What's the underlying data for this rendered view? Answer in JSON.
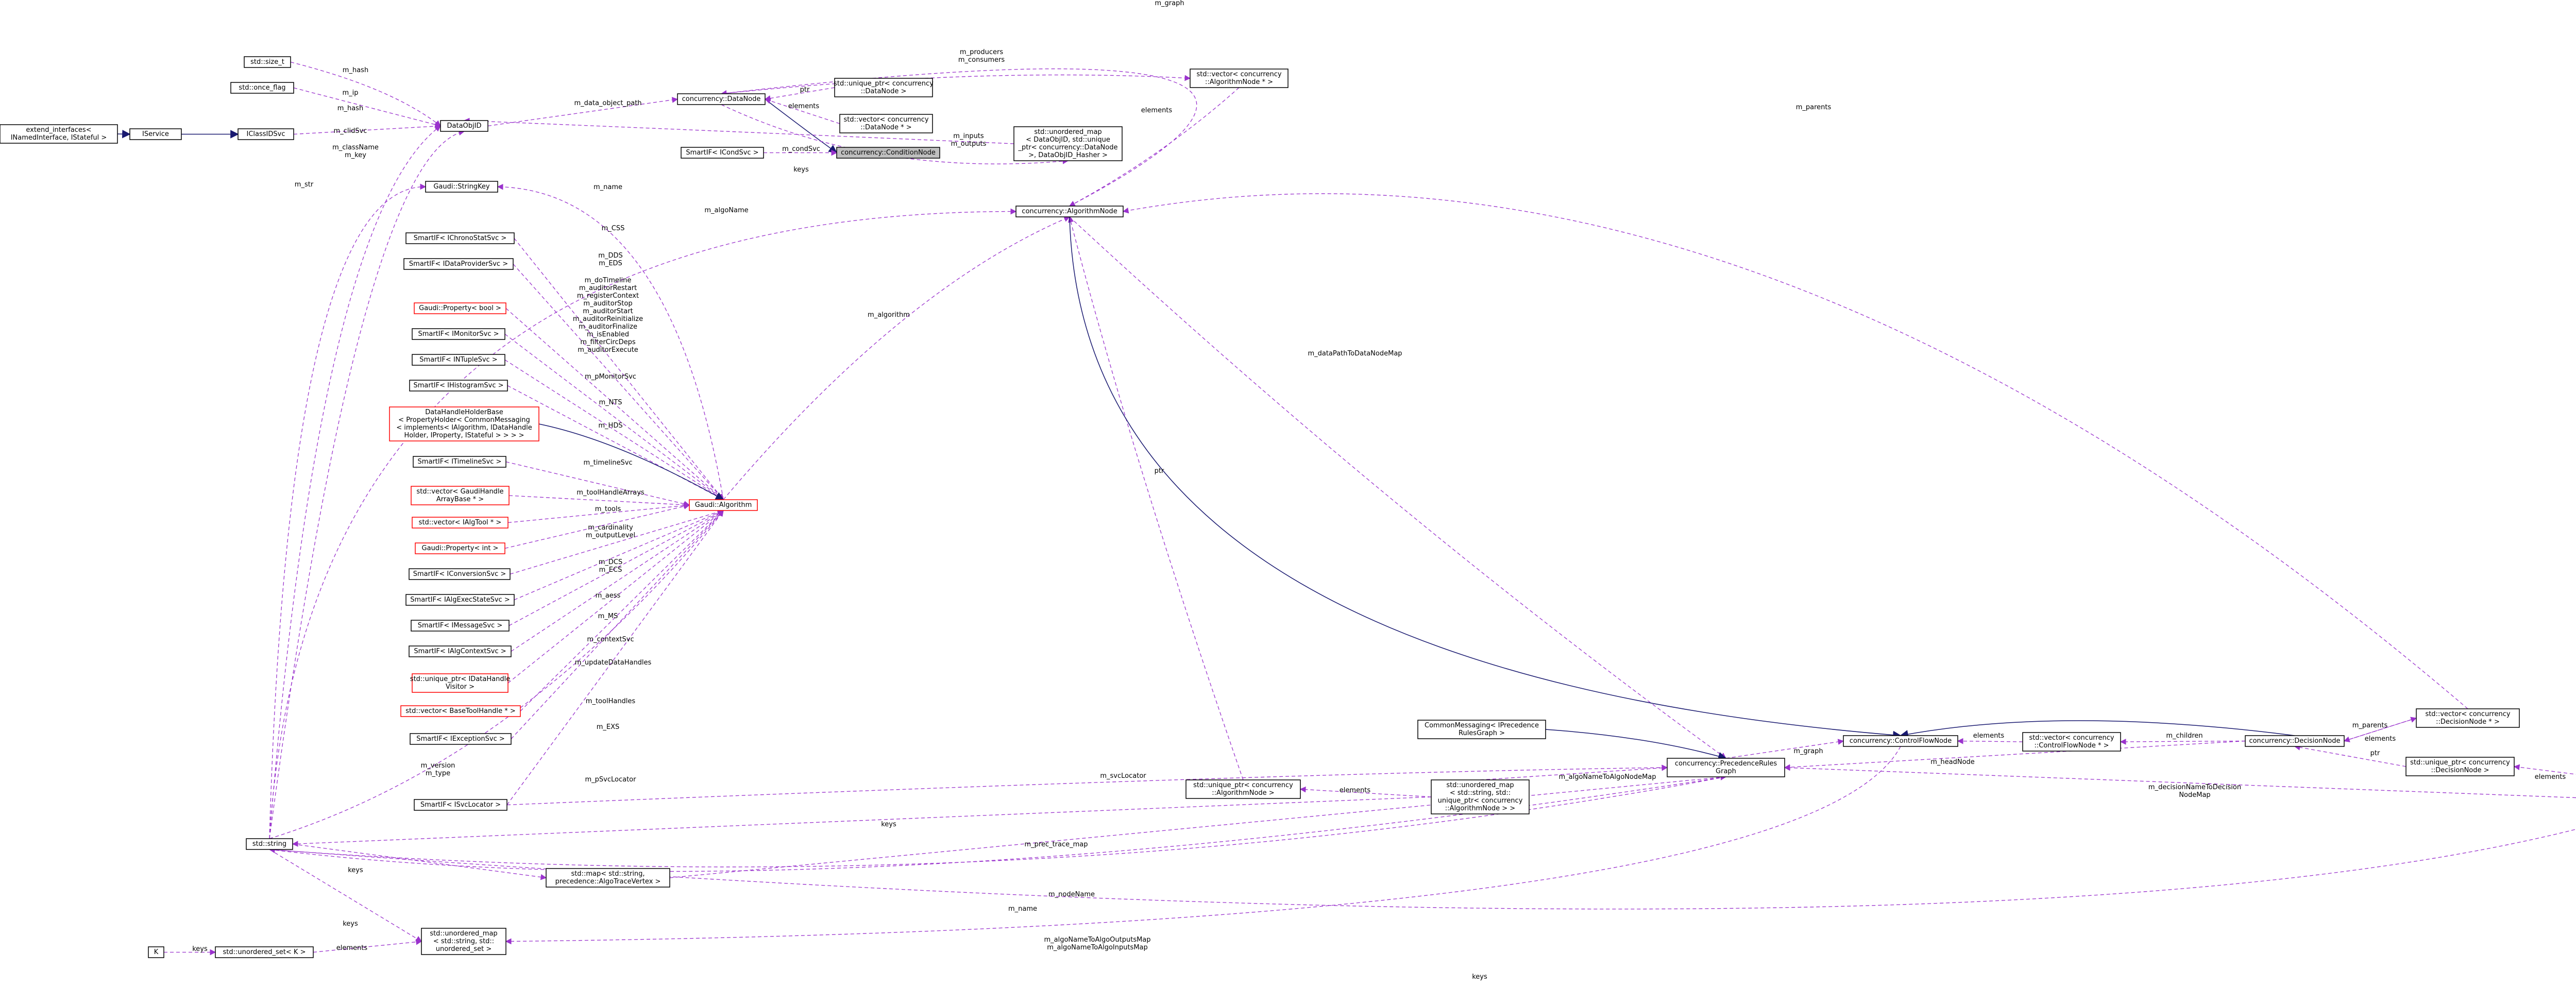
{
  "colors": {
    "composition_edge": "#9a32cd",
    "inheritance_edge": "#191970",
    "node_border": "#000000",
    "incomplete_node_border": "#ff0000",
    "focus_fill": "#bfbfbf"
  },
  "nodes": {
    "condition_node": [
      "concurrency::ConditionNode"
    ],
    "data_node": [
      "concurrency::DataNode"
    ],
    "unique_ptr_data_node": [
      "std::unique_ptr< concurrency",
      "::DataNode >"
    ],
    "vector_data_node_ptr": [
      "std::vector< concurrency",
      "::DataNode * >"
    ],
    "vector_algorithm_node_ptr": [
      "std::vector< concurrency",
      "::AlgorithmNode * >"
    ],
    "unordered_map_dataobjid": [
      "std::unordered_map",
      "< DataObjID, std::unique",
      "_ptr< concurrency::DataNode",
      " >, DataObjID_Hasher >"
    ],
    "smartif_icondsvc": [
      "SmartIF< ICondSvc >"
    ],
    "algorithm_node": [
      "concurrency::AlgorithmNode"
    ],
    "dataobjid": [
      "DataObjID"
    ],
    "std_size_t": [
      "std::size_t"
    ],
    "std_once_flag": [
      "std::once_flag"
    ],
    "iclassidsvc": [
      "IClassIDSvc"
    ],
    "iservice": [
      "IService"
    ],
    "extend_interfaces": [
      "extend_interfaces<",
      " INamedInterface, IStateful >"
    ],
    "gaudi_stringkey": [
      "Gaudi::StringKey"
    ],
    "smartif_ichronostatsvc": [
      "SmartIF< IChronoStatSvc >"
    ],
    "smartif_idataprovidersvc": [
      "SmartIF< IDataProviderSvc >"
    ],
    "gaudi_property_bool": [
      "Gaudi::Property< bool >"
    ],
    "smartif_imonitorsvc": [
      "SmartIF< IMonitorSvc >"
    ],
    "smartif_intuplesvc": [
      "SmartIF< INTupleSvc >"
    ],
    "smartif_ihistogramsvc": [
      "SmartIF< IHistogramSvc >"
    ],
    "datahandleholderbase": [
      "DataHandleHolderBase",
      "< PropertyHolder< CommonMessaging",
      "< implements< IAlgorithm, IDataHandle",
      "Holder, IProperty, IStateful > > > >"
    ],
    "smartif_itimelinesvc": [
      "SmartIF< ITimelineSvc >"
    ],
    "vector_gaudihandlearraybase": [
      "std::vector< GaudiHandle",
      "ArrayBase * >"
    ],
    "vector_ialgtool": [
      "std::vector< IAlgTool * >"
    ],
    "gaudi_property_int": [
      "Gaudi::Property< int >"
    ],
    "smartif_iconversionsvc": [
      "SmartIF< IConversionSvc >"
    ],
    "smartif_ialgexecstatesvc": [
      "SmartIF< IAlgExecStateSvc >"
    ],
    "smartif_imessagesvc": [
      "SmartIF< IMessageSvc >"
    ],
    "smartif_ialgcontextsvc": [
      "SmartIF< IAlgContextSvc >"
    ],
    "unique_ptr_idatahandlevisitor": [
      "std::unique_ptr< IDataHandle",
      "Visitor >"
    ],
    "vector_basetoolhandle": [
      "std::vector< BaseToolHandle * >"
    ],
    "smartif_iexceptionsvc": [
      "SmartIF< IExceptionSvc >"
    ],
    "smartif_isvclocator": [
      "SmartIF< ISvcLocator >"
    ],
    "gaudi_algorithm": [
      "Gaudi::Algorithm"
    ],
    "std_string": [
      "std::string"
    ],
    "map_algotracevertex": [
      "std::map< std::string,",
      " precedence::AlgoTraceVertex >"
    ],
    "unordered_set_k": [
      "std::unordered_set< K >"
    ],
    "k": [
      "K"
    ],
    "unordered_map_string_set": [
      "std::unordered_map",
      "< std::string, std::",
      "unordered_set >"
    ],
    "commonmessaging_iprecedencerulesgraph": [
      "CommonMessaging< IPrecedence",
      "RulesGraph >"
    ],
    "precedence_rules_graph": [
      "concurrency::PrecedenceRules",
      "Graph"
    ],
    "unique_ptr_algorithmnode": [
      "std::unique_ptr< concurrency",
      "::AlgorithmNode >"
    ],
    "unordered_map_algorithmnode": [
      "std::unordered_map",
      "< std::string, std::",
      "unique_ptr< concurrency",
      "::AlgorithmNode > >"
    ],
    "control_flow_node": [
      "concurrency::ControlFlowNode"
    ],
    "vector_controlflownode": [
      "std::vector< concurrency",
      "::ControlFlowNode * >"
    ],
    "decision_node": [
      "concurrency::DecisionNode"
    ],
    "vector_decisionnode": [
      "std::vector< concurrency",
      "::DecisionNode * >"
    ],
    "unique_ptr_decisionnode": [
      "std::unique_ptr< concurrency",
      "::DecisionNode >"
    ],
    "unordered_map_decisionnode": [
      "std::unordered_map",
      "< std::string, std::",
      "unique_ptr< concurrency",
      "::DecisionNode > >"
    ]
  },
  "edge_labels": {
    "m_graph_top": [
      "m_graph"
    ],
    "m_producers": [
      "m_producers",
      "m_consumers"
    ],
    "ptr_data": [
      "ptr"
    ],
    "elements_top": [
      "elements"
    ],
    "elements_dn": [
      "elements"
    ],
    "elements_an": [
      "elements"
    ],
    "m_data_object_path": [
      "m_data_object_path"
    ],
    "m_condSvc": [
      "m_condSvc"
    ],
    "m_inputs": [
      "m_inputs",
      "m_outputs"
    ],
    "keys_mid": [
      "keys"
    ],
    "m_parents_top": [
      "m_parents"
    ],
    "m_hash": [
      "m_hash"
    ],
    "m_ip": [
      "m_ip"
    ],
    "m_hash2": [
      "m_hash"
    ],
    "m_clidSvc": [
      "m_clidSvc"
    ],
    "m_className": [
      "m_className",
      "m_key"
    ],
    "m_str": [
      "m_str"
    ],
    "m_name": [
      "m_name"
    ],
    "m_algoName": [
      "m_algoName"
    ],
    "m_CSS": [
      "m_CSS"
    ],
    "m_DDS": [
      "m_DDS",
      "m_EDS"
    ],
    "m_bools": [
      "m_doTimeline",
      "m_auditorRestart",
      "m_registerContext",
      "m_auditorStop",
      "m_auditorStart",
      "m_auditorReinitialize",
      "m_auditorFinalize",
      "m_isEnabled",
      "m_filterCircDeps",
      "m_auditorExecute"
    ],
    "m_pMonitorSvc": [
      "m_pMonitorSvc"
    ],
    "m_NTS": [
      "m_NTS"
    ],
    "m_HDS": [
      "m_HDS"
    ],
    "m_algorithm": [
      "m_algorithm"
    ],
    "m_dataPath": [
      "m_dataPathToDataNodeMap"
    ],
    "m_timelineSvc": [
      "m_timelineSvc"
    ],
    "m_toolHandleArrays": [
      "m_toolHandleArrays"
    ],
    "m_tools": [
      "m_tools"
    ],
    "m_cardinality": [
      "m_cardinality",
      "m_outputLevel"
    ],
    "m_DCS": [
      "m_DCS",
      "m_ECS"
    ],
    "m_aess": [
      "m_aess"
    ],
    "m_MS": [
      "m_MS"
    ],
    "m_contextSvc": [
      "m_contextSvc"
    ],
    "m_updateDataHandles": [
      "m_updateDataHandles"
    ],
    "m_toolHandles": [
      "m_toolHandles"
    ],
    "m_EXS": [
      "m_EXS"
    ],
    "m_version": [
      "m_version",
      "m_type"
    ],
    "m_pSvcLocator": [
      "m_pSvcLocator"
    ],
    "ptr_an": [
      "ptr"
    ],
    "m_svcLocator": [
      "m_svcLocator"
    ],
    "m_algoNameToAlgoNodeMap": [
      "m_algoNameToAlgoNodeMap"
    ],
    "m_graph_cfn": [
      "m_graph"
    ],
    "m_headNode": [
      "m_headNode"
    ],
    "elements_cfn": [
      "elements"
    ],
    "m_children": [
      "m_children"
    ],
    "m_parents_dn": [
      "m_parents"
    ],
    "elements_dec": [
      "elements"
    ],
    "ptr_dec": [
      "ptr"
    ],
    "elements_decmap": [
      "elements"
    ],
    "m_decisionNameToDecision": [
      "m_decisionNameToDecision",
      "NodeMap"
    ],
    "keys_bottom_mid": [
      "keys"
    ],
    "elements_algmap": [
      "elements"
    ],
    "m_prec_trace_map": [
      "m_prec_trace_map"
    ],
    "keys_map": [
      "keys"
    ],
    "m_nodeName": [
      "m_nodeName"
    ],
    "m_name_bottom": [
      "m_name"
    ],
    "keys_set": [
      "keys"
    ],
    "elements_set": [
      "elements"
    ],
    "keys_k": [
      "keys"
    ],
    "m_algoInOut": [
      "m_algoNameToAlgoOutputsMap",
      "m_algoNameToAlgoInputsMap"
    ],
    "keys_bottom": [
      "keys"
    ]
  }
}
